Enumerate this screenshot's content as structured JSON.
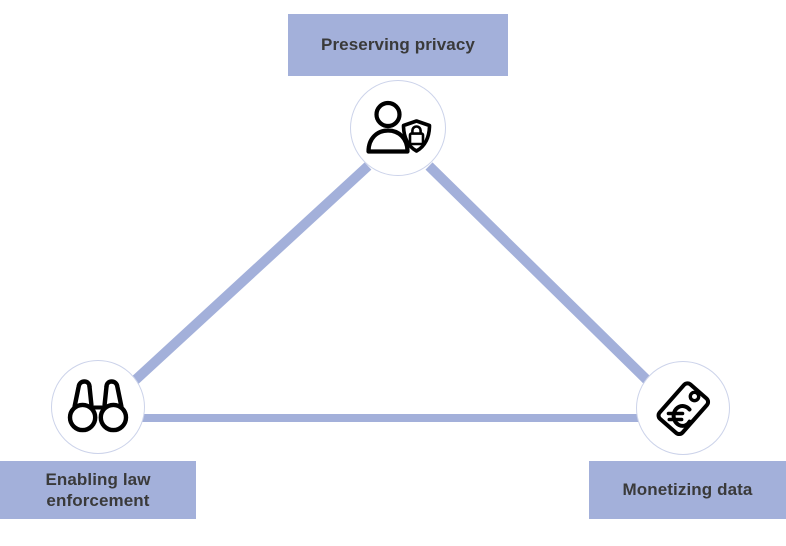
{
  "diagram": {
    "background_color": "#ffffff",
    "accent_color": "#a3b0da",
    "text_color": "#3a3a3a",
    "node_border_color": "#ccd3ea",
    "icon_color": "#000000",
    "nodes": [
      {
        "id": "privacy",
        "icon": "person-shield-lock-icon",
        "label": "Preserving privacy",
        "center": "398,128",
        "radius": 48
      },
      {
        "id": "enforcement",
        "icon": "binoculars-icon",
        "label": "Enabling law\nenforcement",
        "center": "98,407",
        "radius": 47
      },
      {
        "id": "monetizing",
        "icon": "price-tag-euro-icon",
        "label": "Monetizing data",
        "center": "683,408",
        "radius": 47
      }
    ],
    "edges": [
      {
        "id": "privacy-enforcement",
        "from": "privacy",
        "to": "enforcement",
        "width": 10
      },
      {
        "id": "privacy-monetizing",
        "from": "privacy",
        "to": "monetizing",
        "width": 10
      },
      {
        "id": "enforcement-monetizing",
        "from": "enforcement",
        "to": "monetizing",
        "width": 8
      }
    ]
  }
}
